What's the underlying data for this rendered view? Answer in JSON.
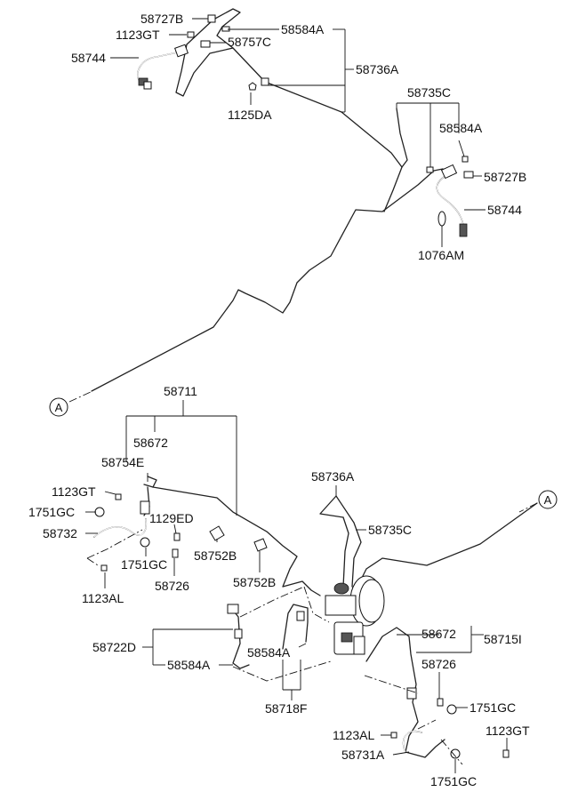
{
  "labels": {
    "p58727B_a": "58727B",
    "p1123GT_a": "1123GT",
    "p58584A_a": "58584A",
    "p58757C": "58757C",
    "p58744_a": "58744",
    "p58736A_a": "58736A",
    "p1125DA": "1125DA",
    "p58735C_a": "58735C",
    "p58584A_b": "58584A",
    "p58727B_b": "58727B",
    "p58744_b": "58744",
    "p1076AM": "1076AM",
    "p58711": "58711",
    "p58672_a": "58672",
    "p58754E": "58754E",
    "p1123GT_b": "1123GT",
    "p1751GC_a": "1751GC",
    "p58732": "58732",
    "p1129ED": "1129ED",
    "p58752B_a": "58752B",
    "p1751GC_b": "1751GC",
    "p58726_a": "58726",
    "p1123AL_a": "1123AL",
    "p58752B_b": "58752B",
    "p58736A_b": "58736A",
    "p58735C_b": "58735C",
    "p58722D": "58722D",
    "p58584A_c": "58584A",
    "p58584A_d": "58584A",
    "p58718F": "58718F",
    "p58672_b": "58672",
    "p58715I": "58715I",
    "p58726_b": "58726",
    "p1751GC_c": "1751GC",
    "p1123AL_b": "1123AL",
    "p1123GT_c": "1123GT",
    "p58731A": "58731A",
    "p1751GC_d": "1751GC"
  },
  "refs": {
    "connector_left": "A",
    "connector_right": "A"
  }
}
